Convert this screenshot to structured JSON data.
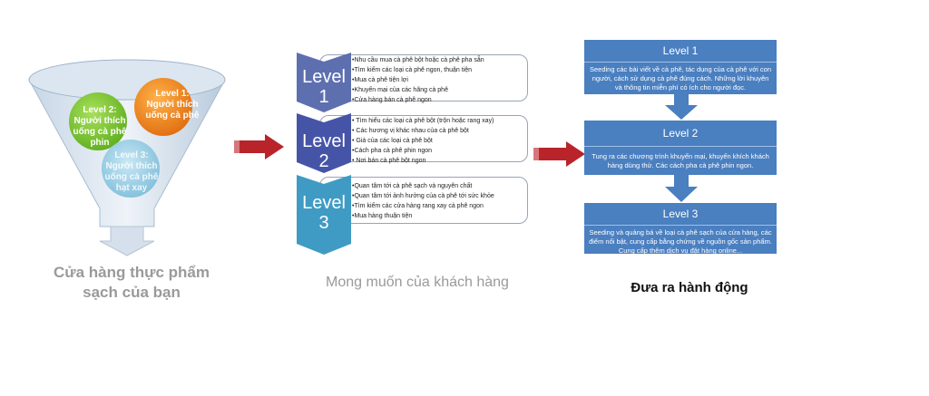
{
  "funnel": {
    "level1_label": "Level 1: Người thích uống cà phê",
    "level2_label": "Level 2: Người thích uống cà phê phin",
    "level3_label": "Level 3: Người thích uống cà phê hạt xay",
    "caption_line1": "Cửa hàng thực phẩm",
    "caption_line2": "sạch của bạn"
  },
  "levels": [
    {
      "word": "Level",
      "num": "1",
      "color": "#5e6fb0",
      "bullets": [
        "•Nhu cầu mua cà phê bột hoặc cà phê pha sẵn",
        "•Tìm kiếm các loại cà phê ngon, thuận tiện",
        "•Mua cà phê tiện lợi",
        "•Khuyến mại của các hãng cà phê",
        "•Cửa hàng bán cà phê ngon"
      ]
    },
    {
      "word": "Level",
      "num": "2",
      "color": "#4654a8",
      "bullets": [
        "• Tìm hiểu các loại cà phê bột (trộn hoặc rang xay)",
        "• Các hương vị khác nhau của cà phê bột",
        "• Giá của các loại cà phê bột",
        "•Cách pha cà phê phin  ngon",
        "• Nơi bán cà phê bột ngon"
      ]
    },
    {
      "word": "Level",
      "num": "3",
      "color": "#3f9bc4",
      "bullets": [
        "•Quan tâm tới cà phê sạch và nguyên chất",
        "•Quan tâm tới ảnh hưởng của cà phê tới sức khỏe",
        "•Tìm kiếm các cửa hàng rang xay cà phê ngon",
        "•Mua hàng thuận tiện"
      ]
    }
  ],
  "middle_caption": "Mong muốn của khách hàng",
  "actions": [
    {
      "title": "Level 1",
      "text": "Seeding các bài viết về cà phê, tác dụng của cà phê với con người, cách sử dụng cà phê đúng cách.  Những lời khuyên và thông tin miễn phí có ích cho người đọc."
    },
    {
      "title": "Level 2",
      "text": "Tung ra các chương trình khuyến mại, khuyến khích khách hàng dùng thử. Các cách pha cà phê phin ngon."
    },
    {
      "title": "Level 3",
      "text": "Seeding và quảng bá về loại cà phê sạch của cửa hàng, các điểm nổi bật, cung cấp bằng chứng về nguồn gốc sản phẩm. Cung cấp thêm dịch vụ đặt hàng online..."
    }
  ],
  "right_caption": "Đưa ra hành động",
  "colors": {
    "arrow_red": "#b8242a",
    "box_blue": "#4a7fc0",
    "chev1": "#5e6fb0",
    "chev2": "#4654a8",
    "chev3": "#3f9bc4"
  }
}
